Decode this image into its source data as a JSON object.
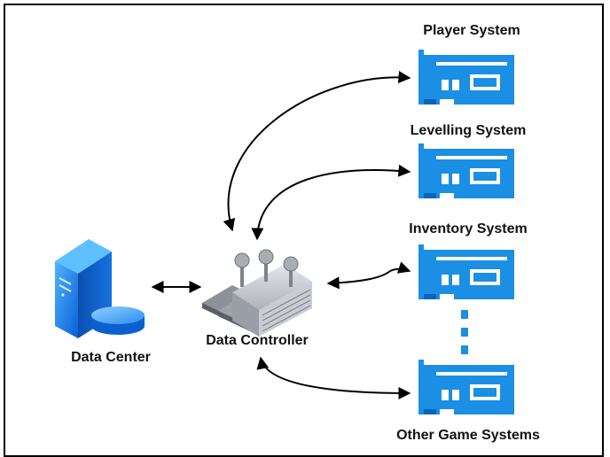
{
  "nodes": {
    "data_center": {
      "label": "Data Center",
      "icon": "server-with-database-icon"
    },
    "data_controller": {
      "label": "Data Controller",
      "icon": "controller-switch-icon"
    },
    "player_system": {
      "label": "Player System",
      "icon": "expansion-card-icon"
    },
    "levelling_system": {
      "label": "Levelling System",
      "icon": "expansion-card-icon"
    },
    "inventory_system": {
      "label": "Inventory System",
      "icon": "expansion-card-icon"
    },
    "other_game_systems": {
      "label": "Other Game Systems",
      "icon": "expansion-card-icon"
    }
  },
  "edges": [
    {
      "from": "data_center",
      "to": "data_controller",
      "type": "bidirectional"
    },
    {
      "from": "data_controller",
      "to": "player_system",
      "type": "bidirectional"
    },
    {
      "from": "data_controller",
      "to": "levelling_system",
      "type": "bidirectional"
    },
    {
      "from": "data_controller",
      "to": "inventory_system",
      "type": "bidirectional"
    },
    {
      "from": "data_controller",
      "to": "other_game_systems",
      "type": "bidirectional"
    }
  ],
  "colors": {
    "card_blue": "#1a8fe3",
    "card_dark": "#0c63b8",
    "server_blue": "#1e90ff",
    "controller_gray": "#b9bcc3",
    "arrow": "#000000"
  }
}
